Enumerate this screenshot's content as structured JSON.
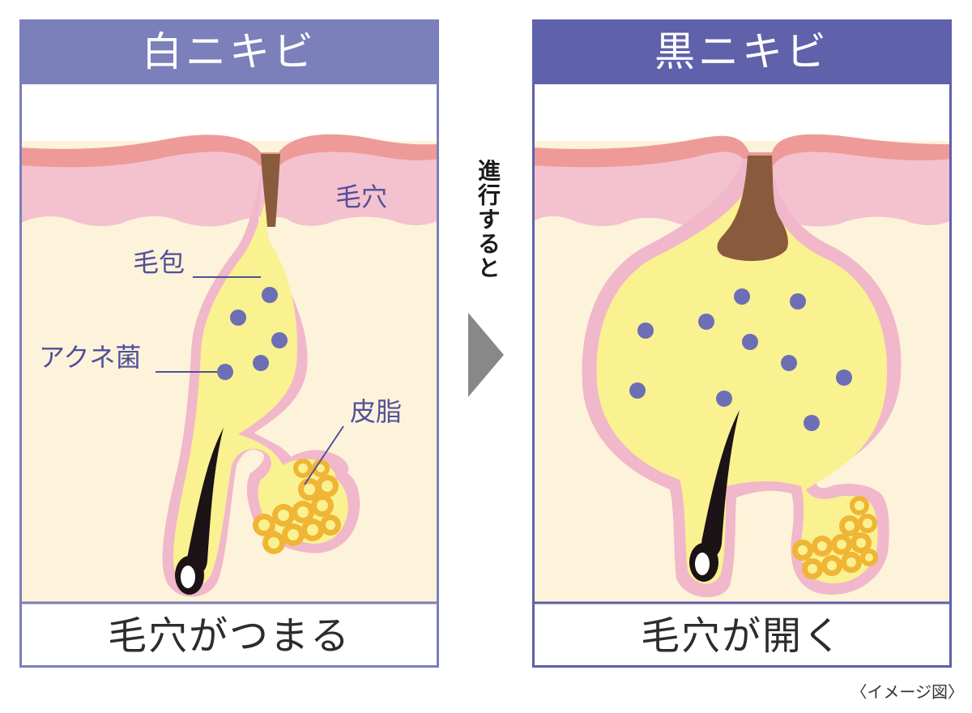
{
  "left_panel": {
    "title": "白ニキビ",
    "footer": "毛穴がつまる",
    "labels": {
      "pore": "毛穴",
      "follicle": "毛包",
      "bacteria": "アクネ菌",
      "sebum": "皮脂"
    }
  },
  "right_panel": {
    "title": "黒ニキビ",
    "footer": "毛穴が開く"
  },
  "progress_text": "進行すると",
  "caption": "〈イメージ図〉",
  "colors": {
    "left_header": "#7b7fba",
    "right_header": "#5f61ab",
    "frame_left": "#7b7fba",
    "frame_right": "#5f61ab",
    "skin_top": "#ee9a98",
    "skin_layer": "#f4c1cf",
    "dermis": "#fdf3da",
    "follicle_fill": "#faf191",
    "follicle_edge": "#f1b7ca",
    "bacteria": "#6c6fb5",
    "plug": "#8a5a3d",
    "hair": "#1b1315",
    "sebum_gland": "#f0b534",
    "arrow": "#888888",
    "label_text": "#51509a"
  }
}
